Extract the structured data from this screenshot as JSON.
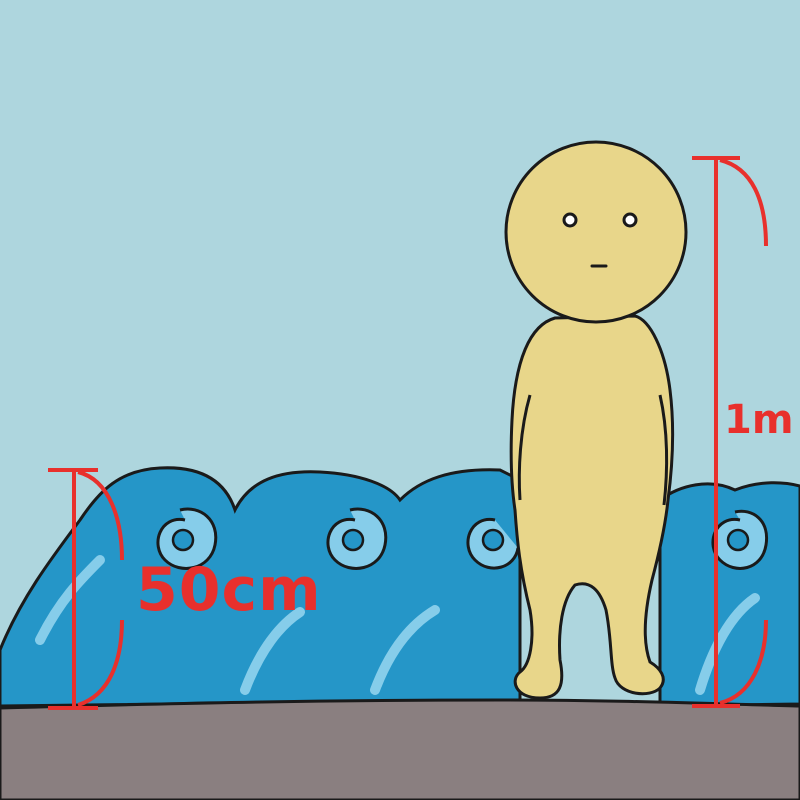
{
  "measurements": {
    "wave_height": "50cm",
    "person_height": "1m",
    "marker_color": "#e8302c"
  },
  "colors": {
    "sky": "#aed6de",
    "wave": "#2596c8",
    "wave_light": "#86cdea",
    "person": "#e8d68a",
    "ground": "#8a7f80",
    "outline": "#1a1a1a"
  },
  "icons": [
    "wave",
    "person",
    "height-marker"
  ]
}
